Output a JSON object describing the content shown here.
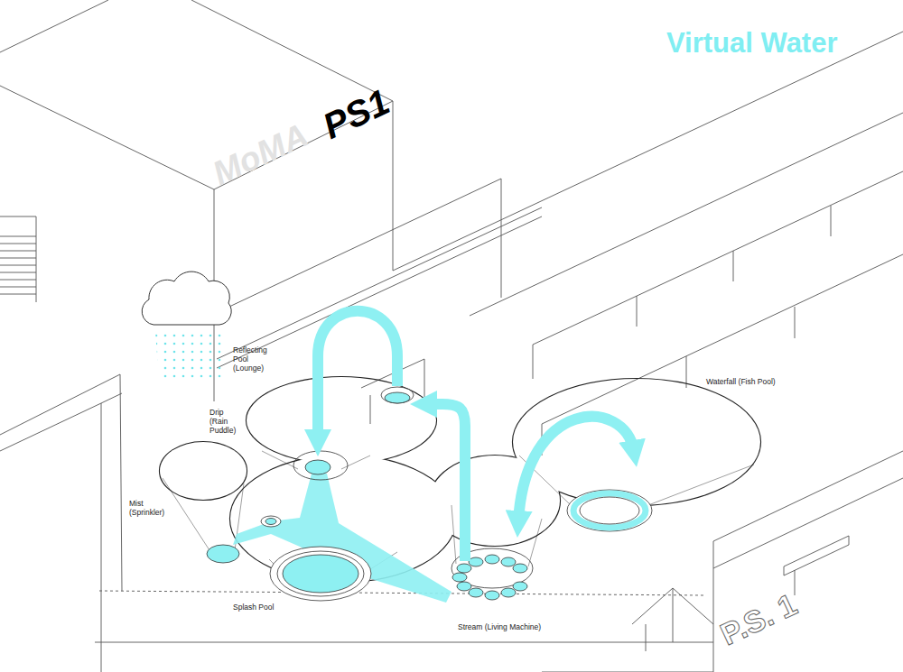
{
  "diagram": {
    "title": "Virtual Water",
    "labels": [
      "MoMA",
      "PS1",
      "Reflecting Pool (Lounge)",
      "Drip (Rain Puddle)",
      "Mist (Sprinkler)",
      "Splash Pool",
      "Stream (Living Machine)",
      "Waterfall (Fish Pool)",
      "P.S. 1"
    ]
  }
}
